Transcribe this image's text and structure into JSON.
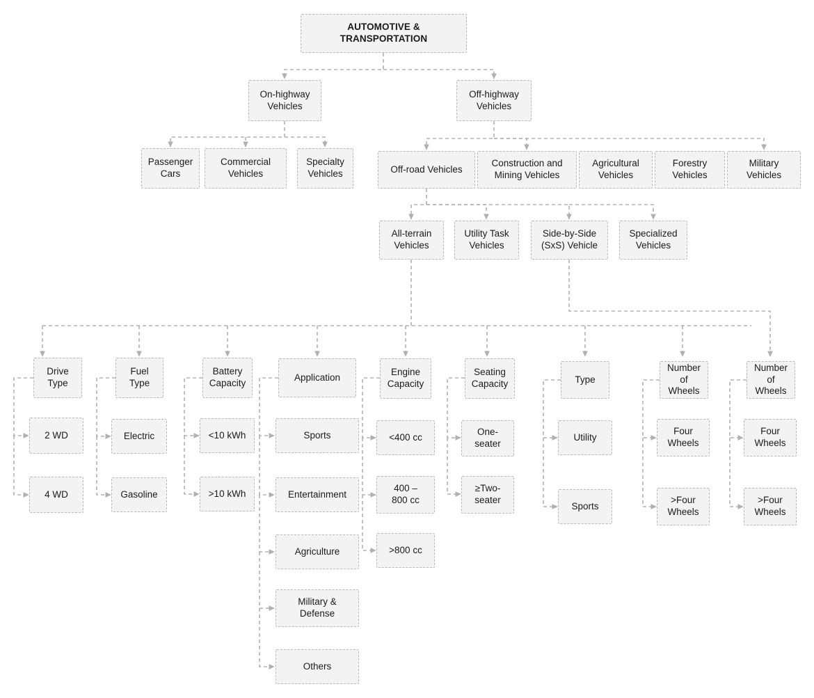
{
  "diagram": {
    "title": "AUTOMOTIVE & TRANSPORTATION",
    "type": "hierarchy-tree",
    "style": {
      "node_fill": "#f3f3f3",
      "node_border": "#b9b9b9",
      "connector": "#b0b0b0",
      "text": "#1a1a1a",
      "background": "#ffffff"
    }
  },
  "nodes": {
    "root": "AUTOMOTIVE &\nTRANSPORTATION",
    "level1": {
      "on_highway": "On-highway\nVehicles",
      "off_highway": "Off-highway\nVehicles"
    },
    "on_highway_children": [
      "Passenger\nCars",
      "Commercial\nVehicles",
      "Specialty\nVehicles"
    ],
    "off_highway_children": [
      "Off-road Vehicles",
      "Construction and\nMining Vehicles",
      "Agricultural\nVehicles",
      "Forestry\nVehicles",
      "Military\nVehicles"
    ],
    "off_road_children": [
      "All-terrain\nVehicles",
      "Utility Task\nVehicles",
      "Side-by-Side\n(SxS) Vehicle",
      "Specialized\nVehicles"
    ],
    "attribute_columns": [
      {
        "header": "Drive\nType",
        "children": [
          "2 WD",
          "4 WD"
        ]
      },
      {
        "header": "Fuel Type",
        "children": [
          "Electric",
          "Gasoline"
        ]
      },
      {
        "header": "Battery\nCapacity",
        "children": [
          "<10 kWh",
          ">10 kWh"
        ]
      },
      {
        "header": "Application",
        "children": [
          "Sports",
          "Entertainment",
          "Agriculture",
          "Military &\nDefense",
          "Others"
        ]
      },
      {
        "header": "Engine\nCapacity",
        "children": [
          "<400 cc",
          "400 –\n800 cc",
          ">800 cc"
        ]
      },
      {
        "header": "Seating\nCapacity",
        "children": [
          "One-\nseater",
          "≥Two-\nseater"
        ]
      },
      {
        "header": "Type",
        "children": [
          "Utility",
          "Sports"
        ]
      },
      {
        "header": "Number\nof Wheels",
        "children": [
          "Four\nWheels",
          ">Four\nWheels"
        ]
      },
      {
        "header": "Number\nof Wheels",
        "children": [
          "Four\nWheels",
          ">Four\nWheels"
        ]
      }
    ]
  }
}
